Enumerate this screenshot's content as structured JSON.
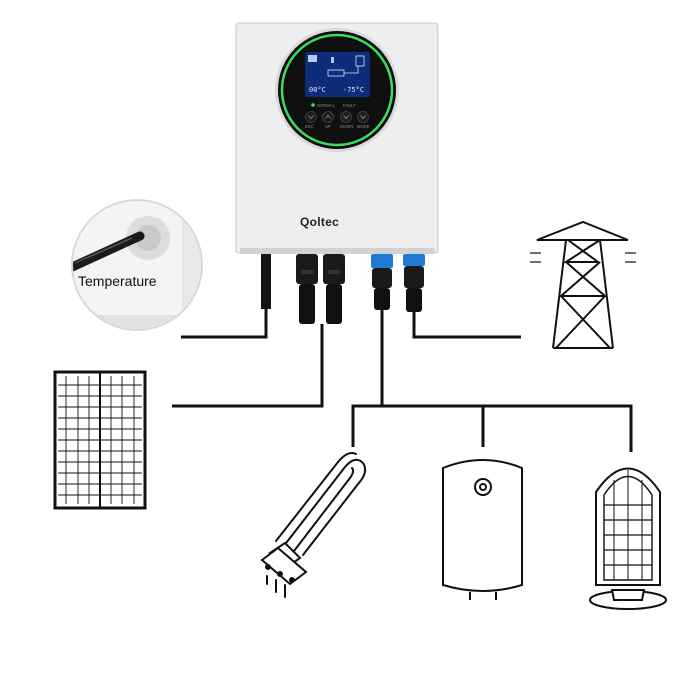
{
  "device": {
    "brand": "Qoltec",
    "display": {
      "left_reading": "00°C",
      "right_reading": "-75°C",
      "status_left": "NORMAL",
      "status_right": "FAULT"
    },
    "buttons": [
      "ESC",
      "UP",
      "DOWN",
      "MODE"
    ]
  },
  "temperature_sensor": {
    "label": "Temperature"
  },
  "colors": {
    "device_body": "#ebebeb",
    "display_ring": "#37e05a",
    "wire": "#111111",
    "blue_connector": "#1d7bd6"
  },
  "icons": [
    "solar-panel-icon",
    "power-tower-icon",
    "heating-element-icon",
    "water-heater-icon",
    "space-heater-icon",
    "temperature-probe-icon"
  ]
}
